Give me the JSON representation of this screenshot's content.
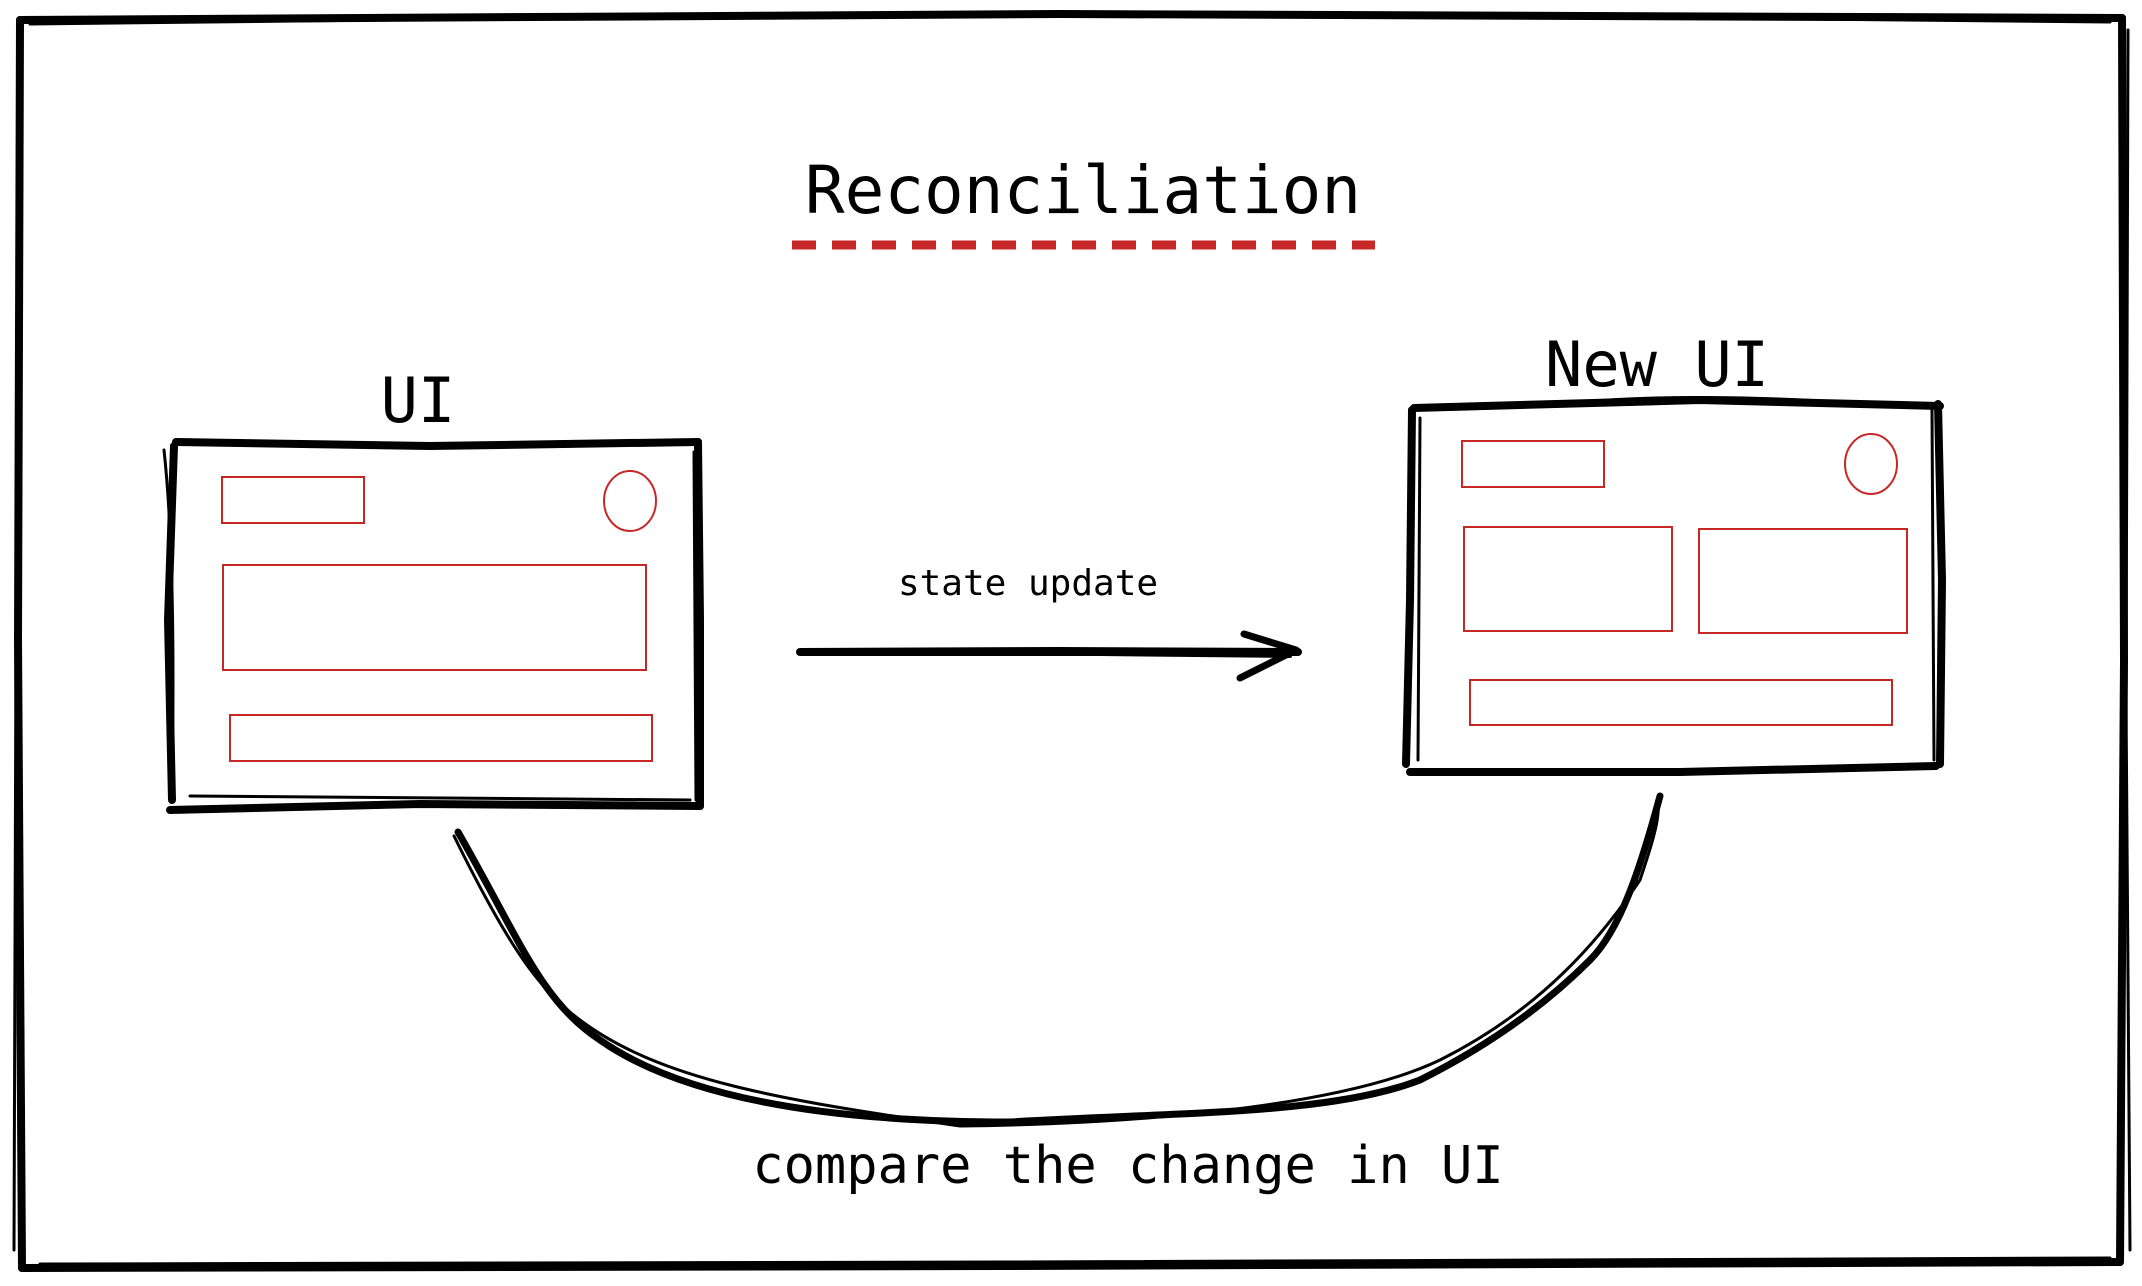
{
  "diagram": {
    "title": "Reconciliation",
    "old_ui_label": "UI",
    "new_ui_label": "New UI",
    "arrow_label": "state update",
    "compare_label": "compare the change in UI"
  },
  "colors": {
    "ink": "#000000",
    "accent": "#c62828",
    "background": "#ffffff"
  }
}
